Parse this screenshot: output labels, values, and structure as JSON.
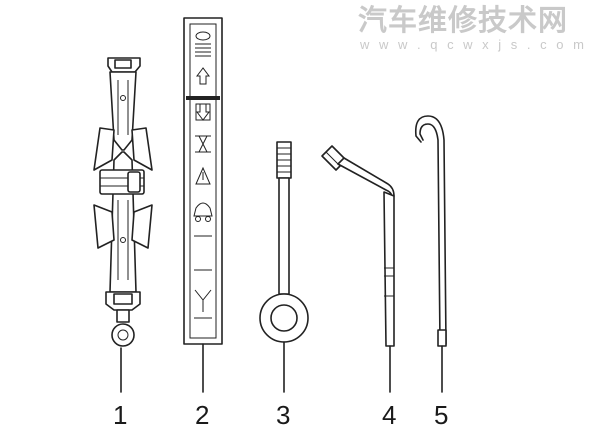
{
  "watermark": {
    "title": "汽车维修技术网",
    "url": "w w w . q c w x j s . c o m"
  },
  "callouts": [
    "1",
    "2",
    "3",
    "4",
    "5"
  ]
}
